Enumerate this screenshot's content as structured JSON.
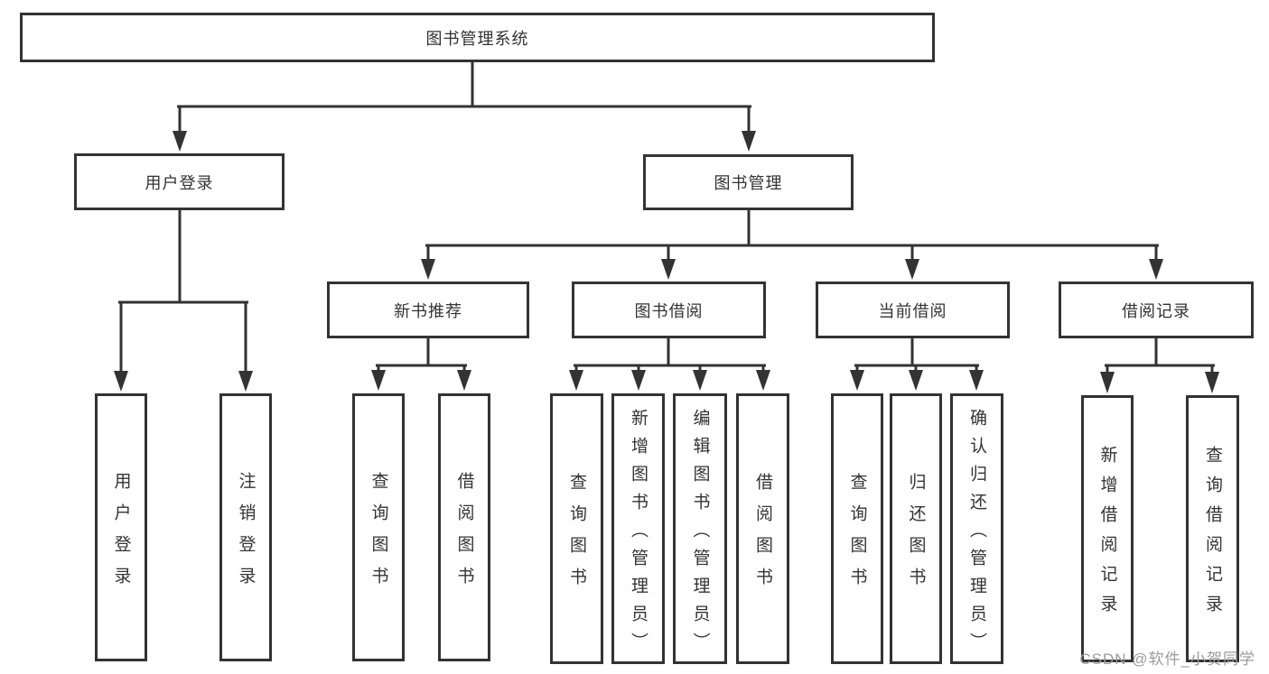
{
  "root": {
    "label": "图书管理系统"
  },
  "branches": {
    "user_login": {
      "label": "用户登录",
      "children": [
        {
          "label": "用户登录"
        },
        {
          "label": "注销登录"
        }
      ]
    },
    "book_management": {
      "label": "图书管理"
    }
  },
  "sections": [
    {
      "label": "新书推荐",
      "children": [
        {
          "label": "查询图书"
        },
        {
          "label": "借阅图书"
        }
      ]
    },
    {
      "label": "图书借阅",
      "children": [
        {
          "label": "查询图书"
        },
        {
          "label": "新增图书（管理员）"
        },
        {
          "label": "编辑图书（管理员）"
        },
        {
          "label": "借阅图书"
        }
      ]
    },
    {
      "label": "当前借阅",
      "children": [
        {
          "label": "查询图书"
        },
        {
          "label": "归还图书"
        },
        {
          "label": "确认归还（管理员）"
        }
      ]
    },
    {
      "label": "借阅记录",
      "children": [
        {
          "label": "新增借阅记录"
        },
        {
          "label": "查询借阅记录"
        }
      ]
    }
  ],
  "watermark": {
    "text": "CSDN @软件_小贺同学"
  },
  "colors": {
    "line": "#333333",
    "text": "#333333",
    "watermark": "#9b9b9b",
    "background": "#ffffff"
  }
}
